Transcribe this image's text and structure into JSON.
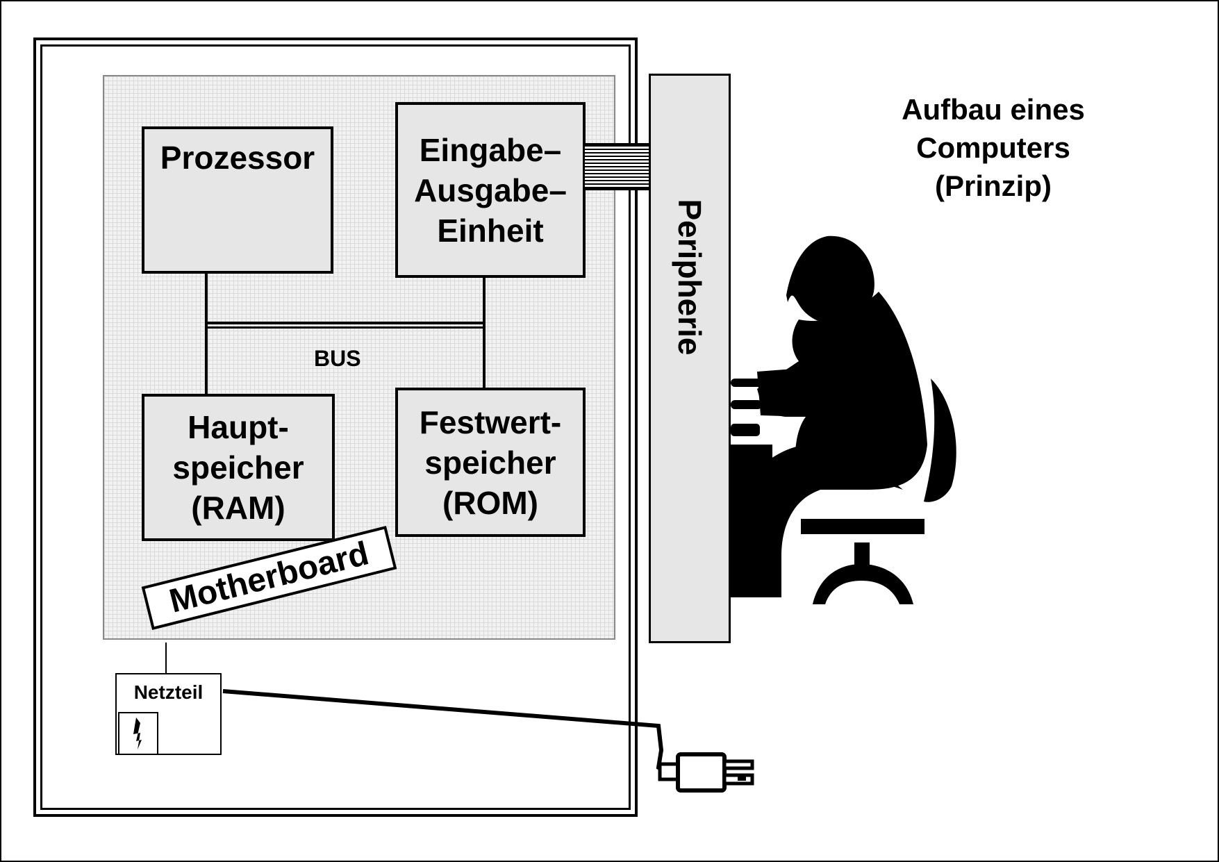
{
  "title": {
    "line1": "Aufbau eines",
    "line2": "Computers",
    "line3": "(Prinzip)"
  },
  "components": {
    "prozessor": "Prozessor",
    "io_unit": {
      "line1": "Eingabe–",
      "line2": "Ausgabe–",
      "line3": "Einheit"
    },
    "ram": {
      "line1": "Haupt-",
      "line2": "speicher",
      "line3": "(RAM)"
    },
    "rom": {
      "line1": "Festwert-",
      "line2": "speicher",
      "line3": "(ROM)"
    },
    "bus": "BUS",
    "motherboard": "Motherboard",
    "peripherie": "Peripherie",
    "netzteil": "Netzteil"
  },
  "icons": [
    "lightning-bolt-icon",
    "power-plug-icon",
    "person-at-desk-icon"
  ]
}
